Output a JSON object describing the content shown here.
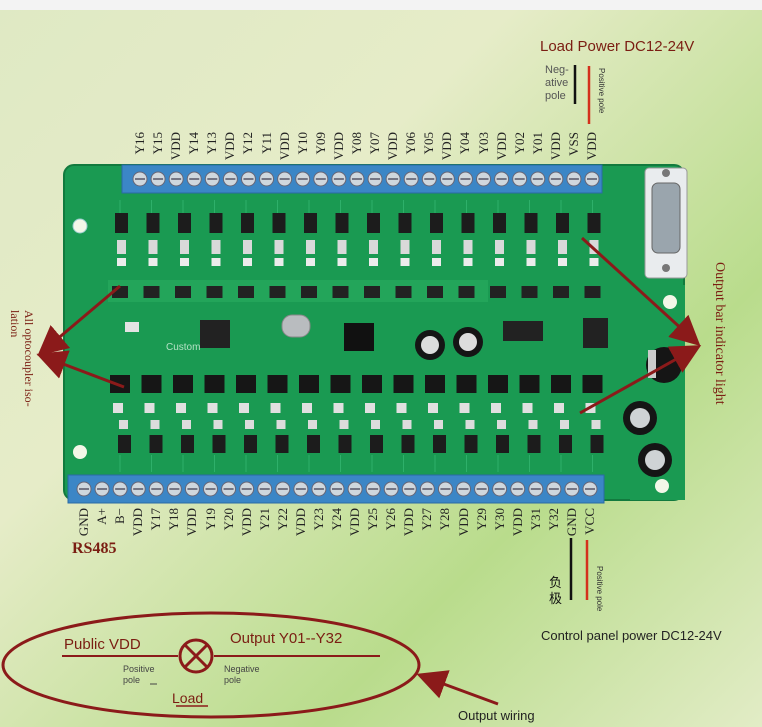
{
  "labels": {
    "load_power": "Load Power DC12-24V",
    "negative_pole": "Neg-\native\npole",
    "positive_pole": "Positive pole",
    "output_bar_indicator": "Output bar indicator light",
    "all_optocoupler": "All optocoupler iso-\nlation",
    "custom": "Custom",
    "rs485": "RS485",
    "fuji_chars": "负\n极",
    "positive_pole_right": "Positive pole",
    "control_panel_power": "Control panel power DC12-24V",
    "public_vdd": "Public VDD",
    "output_y01_y32": "Output Y01--Y32",
    "load_positive_pole": "Positive\npole",
    "load_negative_pole": "Negative\npole",
    "load": "Load",
    "output_wiring": "Output wiring"
  },
  "top_terminals": [
    "Y16",
    "Y15",
    "VDD",
    "Y14",
    "Y13",
    "VDD",
    "Y12",
    "Y11",
    "VDD",
    "Y10",
    "Y09",
    "VDD",
    "Y08",
    "Y07",
    "VDD",
    "Y06",
    "Y05",
    "VDD",
    "Y04",
    "Y03",
    "VDD",
    "Y02",
    "Y01",
    "VDD",
    "VSS",
    "VDD"
  ],
  "bottom_terminals": [
    "GND",
    "A+",
    "B−",
    "VDD",
    "Y17",
    "Y18",
    "VDD",
    "Y19",
    "Y20",
    "VDD",
    "Y21",
    "Y22",
    "VDD",
    "Y23",
    "Y24",
    "VDD",
    "Y25",
    "Y26",
    "VDD",
    "Y27",
    "Y28",
    "VDD",
    "Y29",
    "Y30",
    "VDD",
    "Y31",
    "Y32",
    "GND",
    "VCC"
  ],
  "colors": {
    "board": "#1a9a52",
    "terminal_blue": "#3b86c6",
    "arrow_red": "#8b1a1a",
    "wire_red": "#d4301c",
    "label_dark_red": "#7a1d12"
  }
}
